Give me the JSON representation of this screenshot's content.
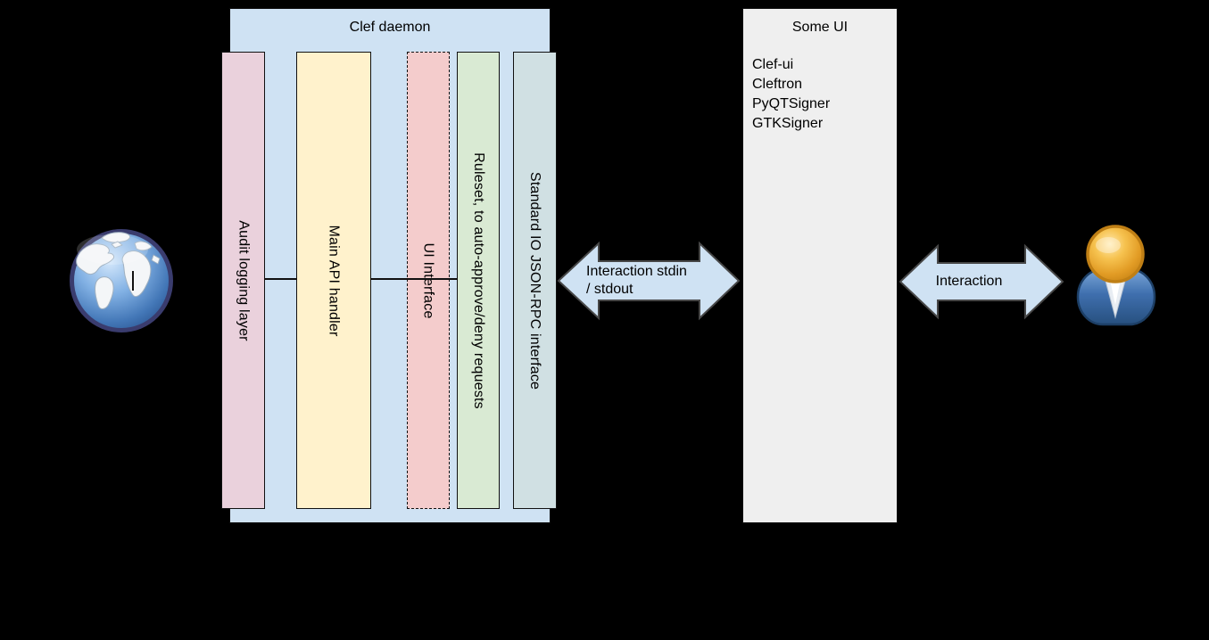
{
  "diagram": {
    "background_color": "#000000",
    "clef_daemon": {
      "title": "Clef daemon",
      "fill": "#cfe2f3",
      "bars": [
        {
          "label": "Audit logging layer",
          "fill": "#ead1dc",
          "border_style": "solid"
        },
        {
          "label": "Main API handler",
          "fill": "#fff2cc",
          "border_style": "solid"
        },
        {
          "label": "UI Interface",
          "fill": "#f4cccc",
          "border_style": "dashed"
        },
        {
          "label": "Ruleset, to auto-approve/deny requests",
          "fill": "#d9ead3",
          "border_style": "solid"
        },
        {
          "label": "Standard IO JSON-RPC interface",
          "fill": "#d0e0e3",
          "border_style": "solid"
        }
      ]
    },
    "some_ui": {
      "title": "Some UI",
      "fill": "#efefef",
      "items": [
        "Clef-ui",
        "Cleftron",
        "PyQTSigner",
        "GTKSigner"
      ]
    },
    "arrows": {
      "fill": "#cfe2f3",
      "daemon_to_ui": {
        "lines": [
          "Interaction stdin",
          "/ stdout"
        ]
      },
      "ui_to_user": {
        "lines": [
          "Interaction"
        ]
      }
    },
    "icons": {
      "left": "globe-icon",
      "right": "user-icon"
    }
  }
}
